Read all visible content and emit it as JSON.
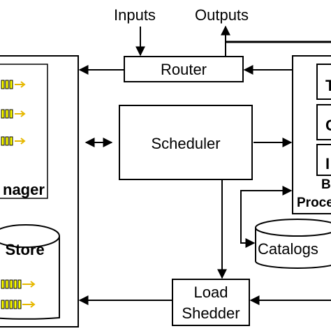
{
  "labels": {
    "inputs": "Inputs",
    "outputs": "Outputs",
    "router": "Router",
    "scheduler": "Scheduler",
    "load_shedder_line1": "Load",
    "load_shedder_line2": "Shedder",
    "catalogs": "Catalogs",
    "manager_partial": "nager",
    "store_partial": ": Store",
    "right_partial_1": "B",
    "right_partial_2": "Proce",
    "right_box_1": "T",
    "right_box_2": "C",
    "right_box_3": "I"
  },
  "colors": {
    "line": "#000000",
    "queue_fill": "#ffff00",
    "queue_stroke": "#000000",
    "queue_arrow": "#ffd000",
    "background": "#ffffff"
  },
  "queue_icons": {
    "manager_queue_count": 3,
    "store_queue_count": 2
  }
}
